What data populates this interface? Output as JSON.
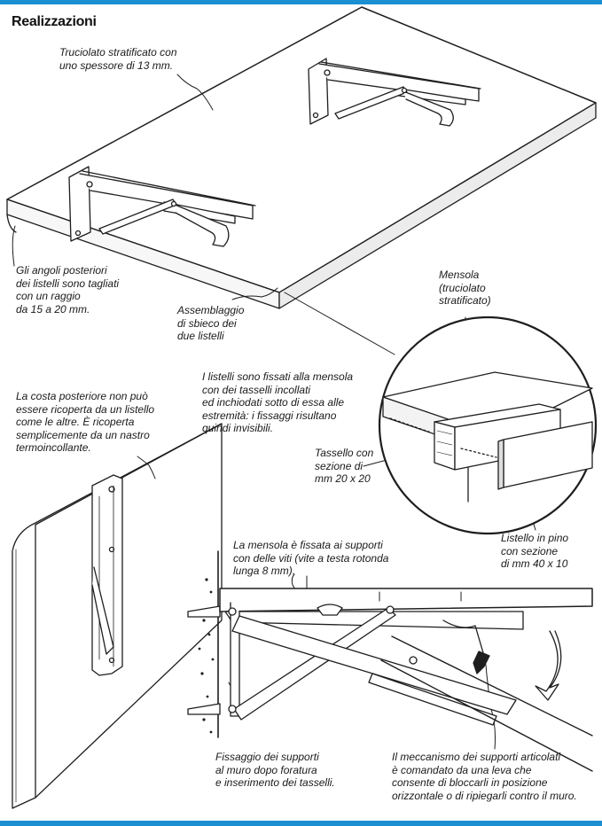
{
  "title": "Realizzazioni",
  "notes": {
    "panel": [
      "Truciolato stratificato con",
      "uno spessore di 13 mm."
    ],
    "corners": [
      "Gli angoli posteriori",
      "dei listelli sono tagliati",
      "con un raggio",
      "da 15 a 20 mm."
    ],
    "joint": [
      "Assemblaggio",
      "di sbieco dei",
      "due listelli"
    ],
    "shelf": [
      "Mensola",
      "(truciolato",
      "stratificato)"
    ],
    "battens": [
      "I listelli sono fissati alla mensola",
      "con dei tasselli incollati",
      "ed inchiodati sotto di essa alle",
      "estremità: i fissaggi risultano",
      "quindi invisibili."
    ],
    "back_edge": [
      "La costa posteriore non può",
      "essere ricoperta da un listello",
      "come le altre. È ricoperta",
      "semplicemente da un nastro",
      "termoincollante."
    ],
    "dowel": [
      "Tassello con",
      "sezione di",
      "mm 20 x 20"
    ],
    "pine": [
      "Listello in pino",
      "con sezione",
      "di mm 40 x 10"
    ],
    "screws": [
      "La mensola è fissata ai supporti",
      "con delle viti (vite a testa rotonda",
      "lunga 8 mm)."
    ],
    "wall_fix": [
      "Fissaggio dei supporti",
      "al muro dopo foratura",
      "e inserimento dei tasselli."
    ],
    "mechanism": [
      "Il meccanismo dei supporti articolati",
      "è comandato da una leva che",
      "consente di bloccarli in posizione",
      "orizzontale o di ripiegarli contro il muro."
    ]
  },
  "colors": {
    "accent_bar": "#1b8fd2",
    "line": "#1e1e1e"
  }
}
